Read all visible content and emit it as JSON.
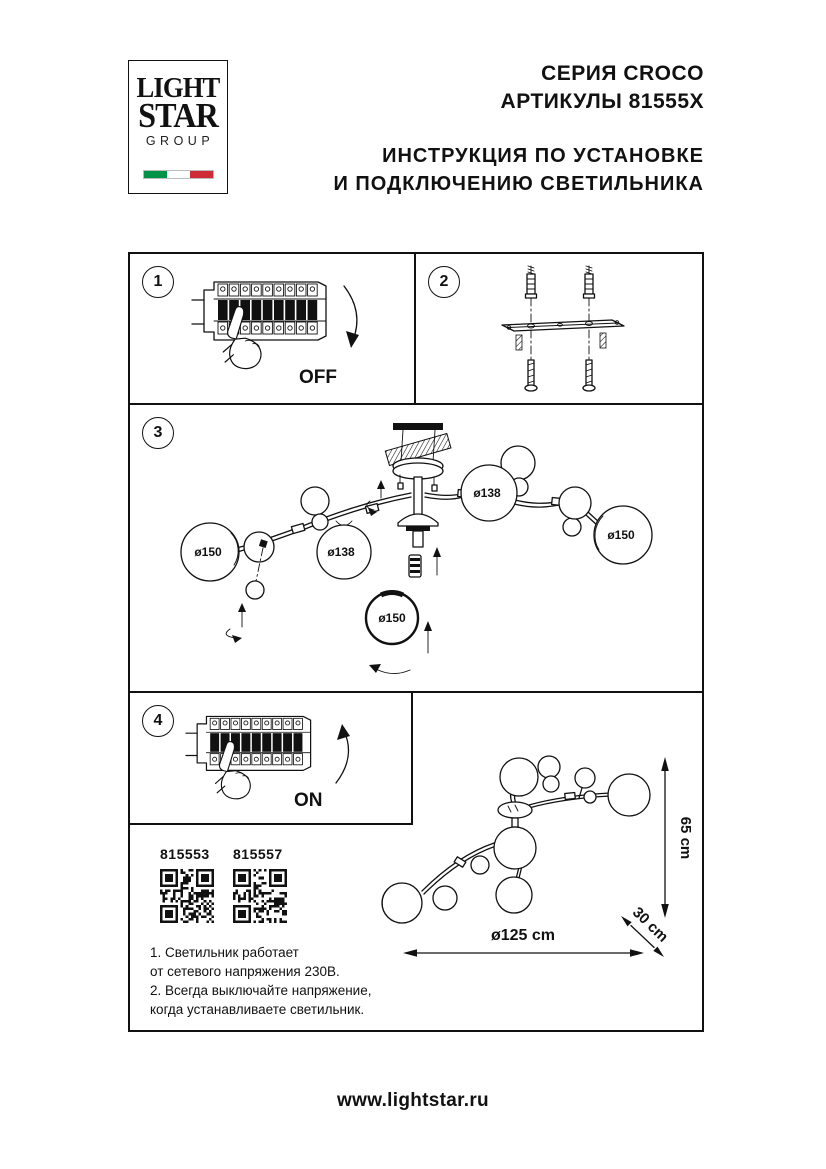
{
  "logo": {
    "line1": "LIGHT",
    "line2": "STAR",
    "line3": "GROUP"
  },
  "header": {
    "series": "СЕРИЯ CROCO",
    "articles": "АРТИКУЛЫ 81555X",
    "title_line1": "ИНСТРУКЦИЯ ПО УСТАНОВКЕ",
    "title_line2": "И ПОДКЛЮЧЕНИЮ СВЕТИЛЬНИКА"
  },
  "panel1": {
    "step": "1",
    "switch_label": "OFF"
  },
  "panel2": {
    "step": "2"
  },
  "panel3": {
    "step": "3",
    "globe_labels": {
      "left": "ø150",
      "center": "ø138",
      "right": "ø138",
      "far_right": "ø150",
      "detached": "ø150"
    }
  },
  "panel4": {
    "step": "4",
    "switch_label": "ON"
  },
  "articles": [
    {
      "code": "815553"
    },
    {
      "code": "815557"
    }
  ],
  "notes": {
    "line1": "1. Светильник работает",
    "line2": "от сетевого напряжения 230В.",
    "line3": "2. Всегда выключайте напряжение,",
    "line4": "когда устанавливаете светильник."
  },
  "dimensions": {
    "width": "ø125 cm",
    "height": "65 cm",
    "depth": "30 cm"
  },
  "footer": {
    "url": "www.lightstar.ru"
  },
  "colors": {
    "ink": "#111111",
    "flag_green": "#009246",
    "flag_red": "#ce2b37"
  }
}
